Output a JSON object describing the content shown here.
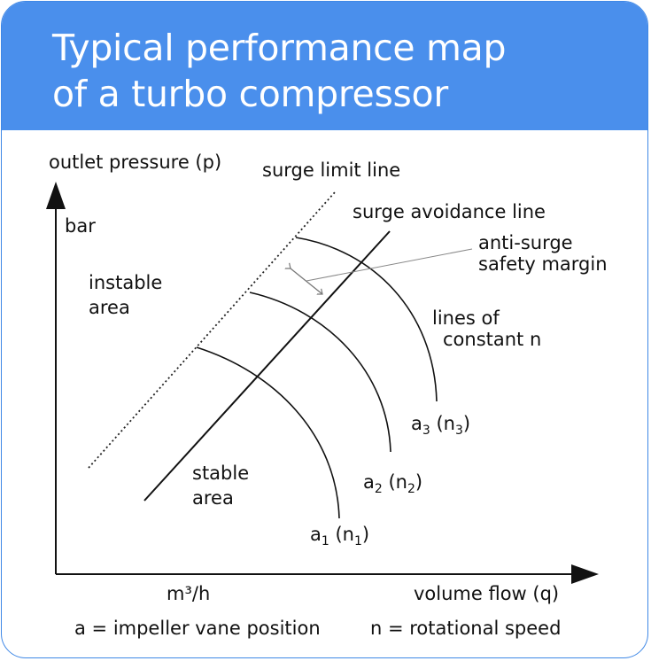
{
  "header": {
    "title": "Typical performance map\nof a turbo compressor",
    "background": "#4a8fec",
    "text_color": "#ffffff"
  },
  "axes": {
    "y_title": "outlet pressure (p)",
    "y_unit": "bar",
    "x_title": "volume flow (q)",
    "x_unit": "m³/h"
  },
  "labels": {
    "surge_limit": "surge limit line",
    "surge_avoidance": "surge avoidance line",
    "margin_line1": "anti-surge",
    "margin_line2": "safety margin",
    "curves_line1": "lines of",
    "curves_line2": "constant n",
    "instable_line1": "instable",
    "instable_line2": "area",
    "stable_line1": "stable",
    "stable_line2": "area"
  },
  "curves": [
    {
      "a": "a",
      "a_sub": "1",
      "n": "n",
      "n_sub": "1"
    },
    {
      "a": "a",
      "a_sub": "2",
      "n": "n",
      "n_sub": "2"
    },
    {
      "a": "a",
      "a_sub": "3",
      "n": "n",
      "n_sub": "3"
    }
  ],
  "legend": {
    "a_def": "a = impeller vane position",
    "n_def": "n = rotational speed"
  }
}
